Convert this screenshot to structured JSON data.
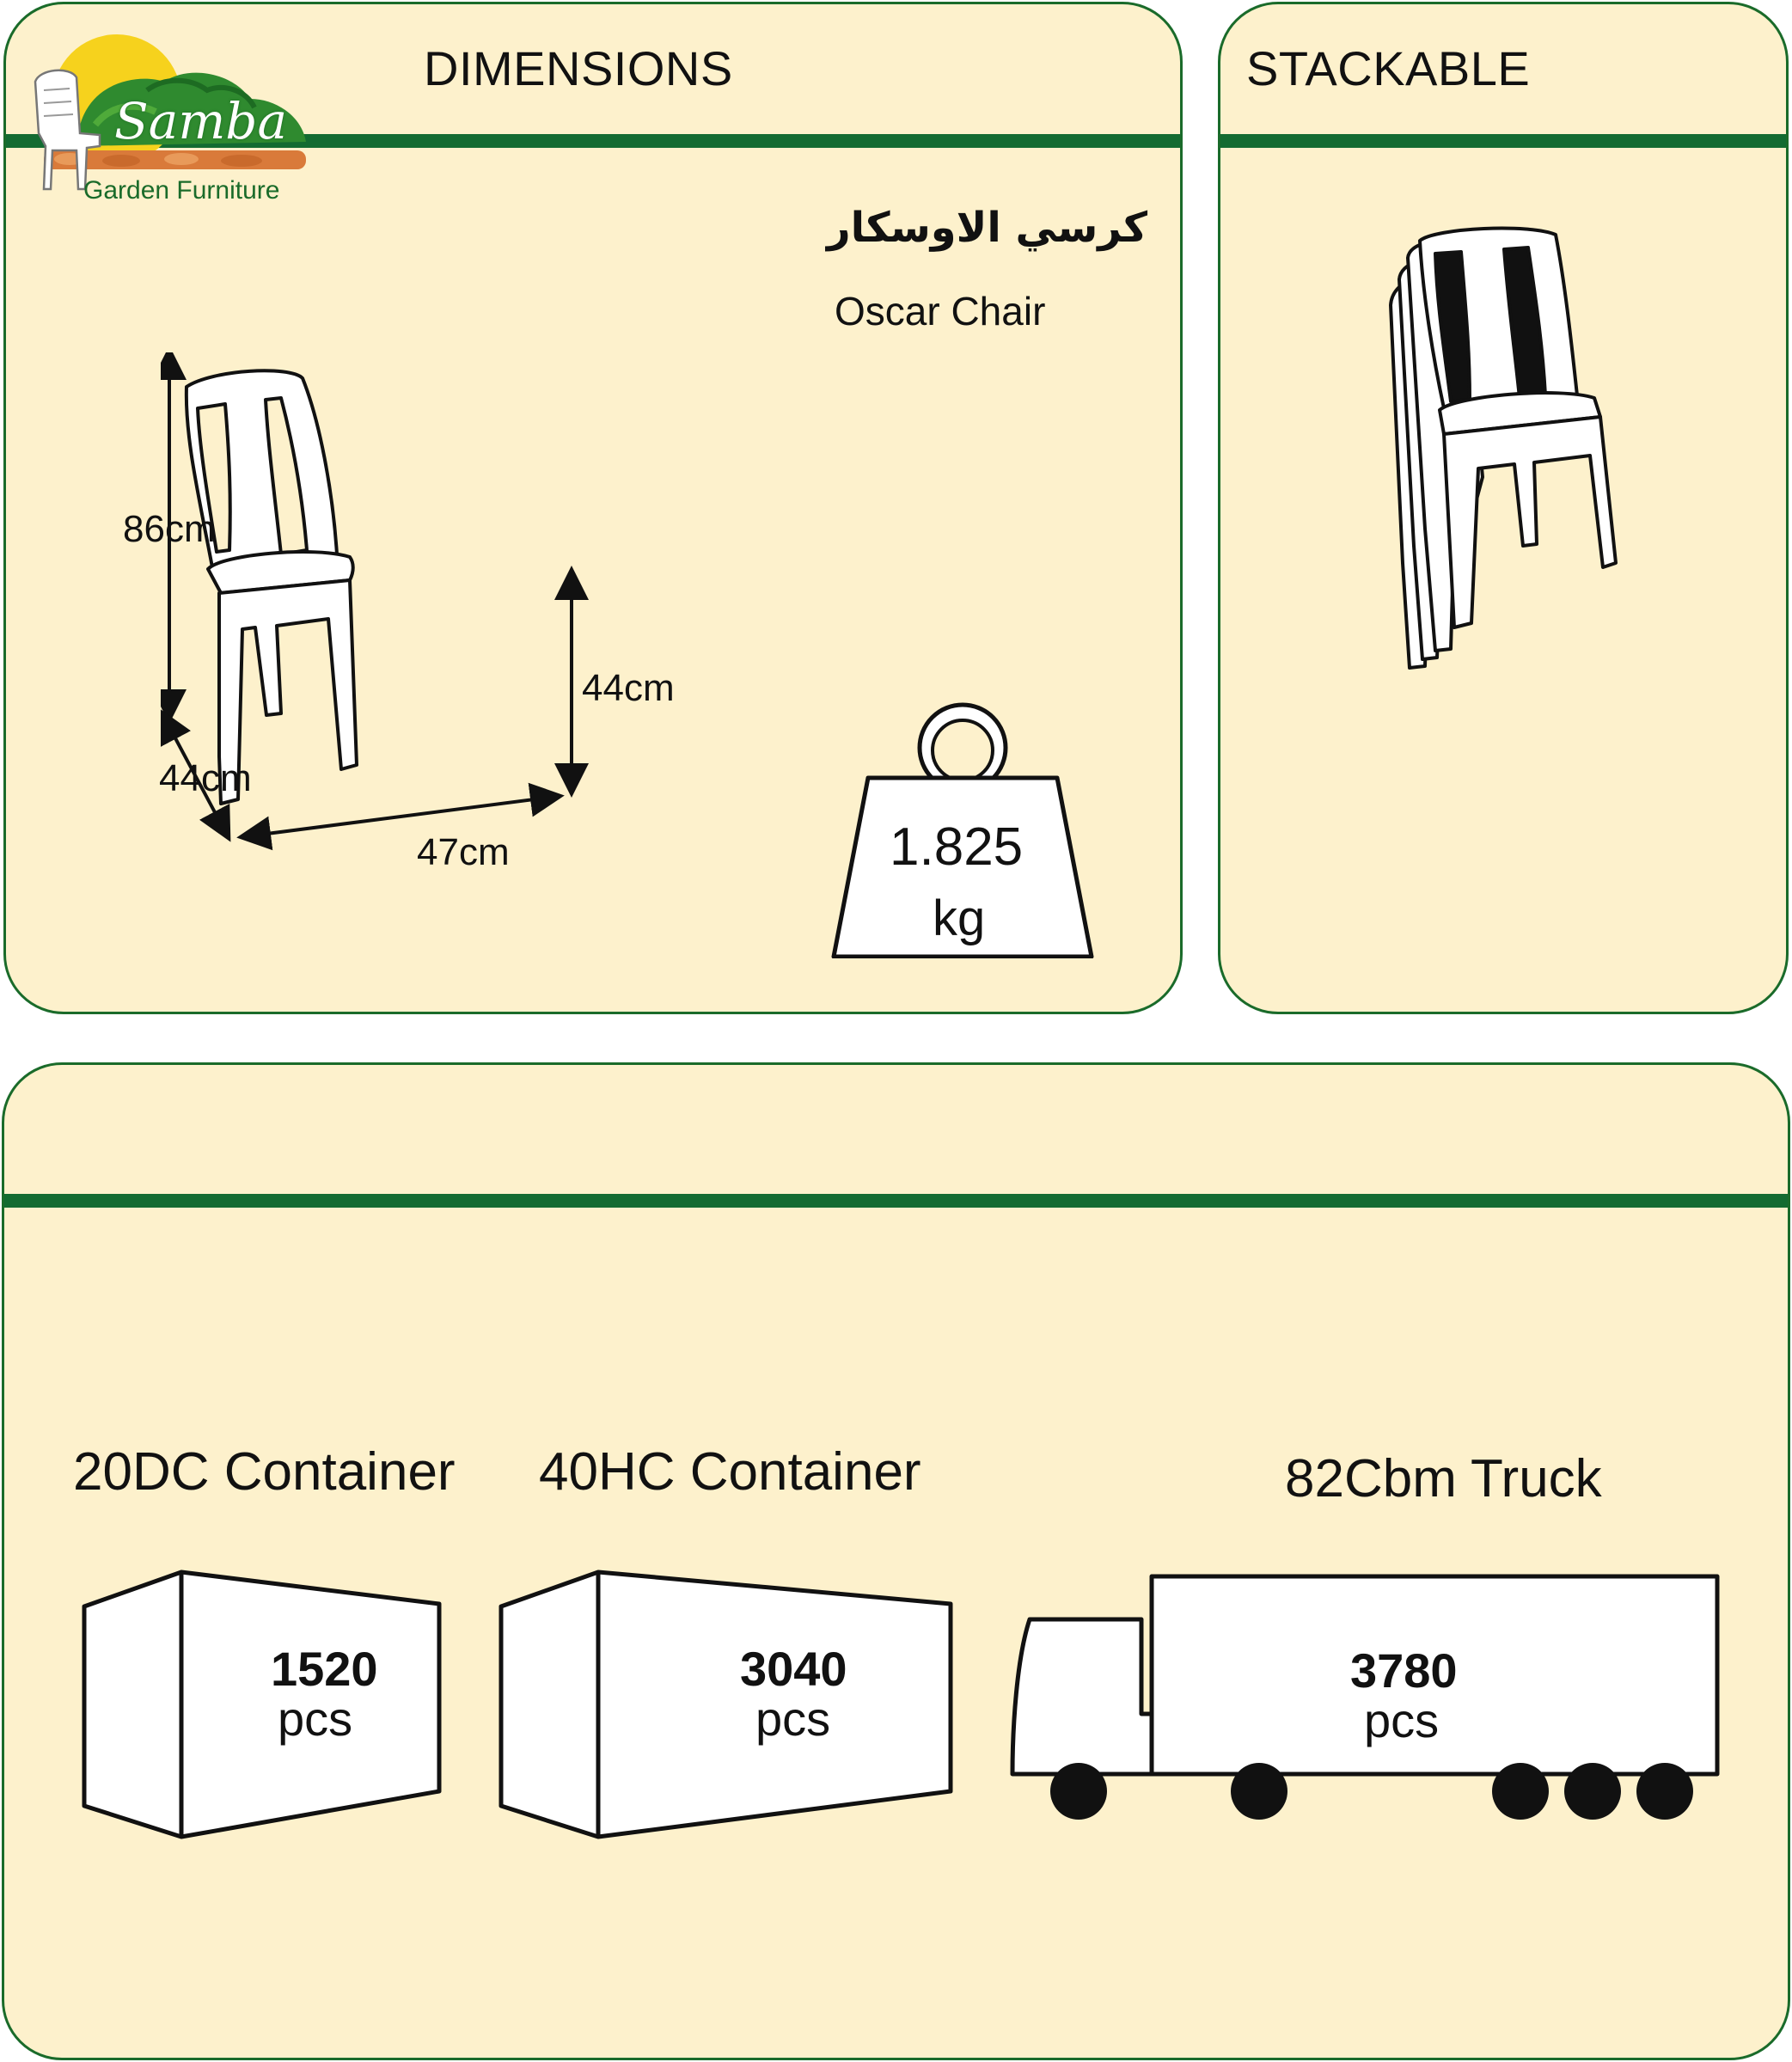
{
  "brand": {
    "name": "Samba",
    "tagline": "Garden Furniture",
    "colors": {
      "primary": "#136b31",
      "sun": "#f6d21d",
      "panel": "#fdf1cc",
      "soil": "#d97a3a"
    }
  },
  "dimensions_panel": {
    "title": "DIMENSIONS",
    "product_name_ar": "كرسي الاوسكار",
    "product_name_en": "Oscar Chair",
    "height_label": "86cm",
    "seat_height_label": "44cm",
    "depth_label": "44cm",
    "width_label": "47cm",
    "weight_value": "1.825",
    "weight_unit": "kg"
  },
  "stack_panel": {
    "title": "STACKABLE"
  },
  "shipping_panel": {
    "items": [
      {
        "title": "20DC Container",
        "qty": "1520",
        "unit": "pcs",
        "icon": "container-20dc-icon"
      },
      {
        "title": "40HC Container",
        "qty": "3040",
        "unit": "pcs",
        "icon": "container-40hc-icon"
      },
      {
        "title": "82Cbm Truck",
        "qty": "3780",
        "unit": "pcs",
        "icon": "truck-icon"
      }
    ]
  }
}
